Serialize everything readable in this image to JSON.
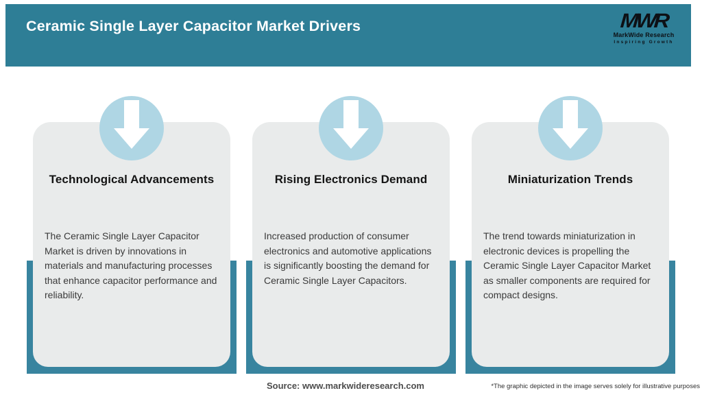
{
  "header": {
    "title": "Ceramic Single Layer Capacitor Market Drivers",
    "logo": {
      "monogram": "MWR",
      "name": "MarkWide Research",
      "tagline": "Inspiring Growth"
    }
  },
  "cards": [
    {
      "title": "Technological Advancements",
      "body": "The Ceramic Single Layer Capacitor Market is driven by innovations in materials and manufacturing processes that enhance capacitor performance and reliability."
    },
    {
      "title": "Rising Electronics Demand",
      "body": "Increased production of consumer electronics and automotive applications is significantly boosting the demand for Ceramic Single Layer Capacitors."
    },
    {
      "title": "Miniaturization Trends",
      "body": "The trend towards miniaturization in electronic devices is propelling the Ceramic Single Layer Capacitor Market as smaller components are required for compact designs."
    }
  ],
  "footer": {
    "source": "Source: www.markwideresearch.com",
    "disclaimer": "*The graphic depicted in the image serves solely for illustrative purposes"
  },
  "colors": {
    "header_teal": "#2E7E96",
    "accent_teal": "#38849F",
    "arrow_circle_blue": "#AFD6E4",
    "card_gray": "#E9EBEB"
  },
  "icons": {
    "down_arrow": "down-arrow-icon"
  }
}
